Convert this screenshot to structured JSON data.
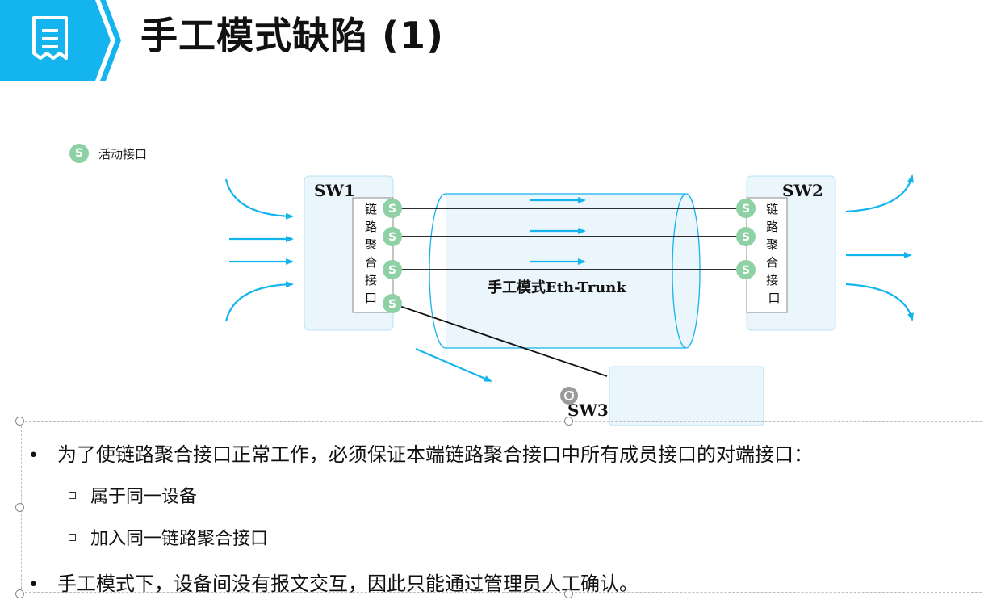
{
  "header": {
    "title": "手工模式缺陷 (1)",
    "accent_color": "#14b4ee"
  },
  "legend": {
    "badge": "S",
    "label": "活动接口"
  },
  "diagram": {
    "sw1_label": "SW1",
    "sw2_label": "SW2",
    "sw3_label": "SW3",
    "port_group_label": [
      "链",
      "路",
      "聚",
      "合",
      "接",
      "口"
    ],
    "port_badge": "S",
    "trunk_label": "手工模式Eth-Trunk",
    "active_port_color": "#8ed1a5",
    "arrow_color": "#14b4ee"
  },
  "bullets": {
    "b1": "为了使链路聚合接口正常工作，必须保证本端链路聚合接口中所有成员接口的对端接口：",
    "b1_sub": [
      "属于同一设备",
      "加入同一链路聚合接口"
    ],
    "b2": "手工模式下，设备间没有报文交互，因此只能通过管理员人工确认。"
  }
}
